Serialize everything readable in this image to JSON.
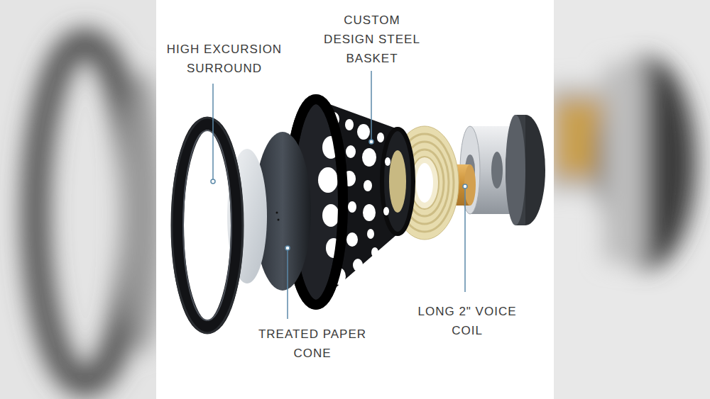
{
  "diagram": {
    "labels": [
      "HIGH EXCURSION SURROUND",
      "CUSTOM DESIGN STEEL BASKET",
      "TREATED PAPER CONE",
      "LONG 2\" VOICE COIL"
    ]
  }
}
